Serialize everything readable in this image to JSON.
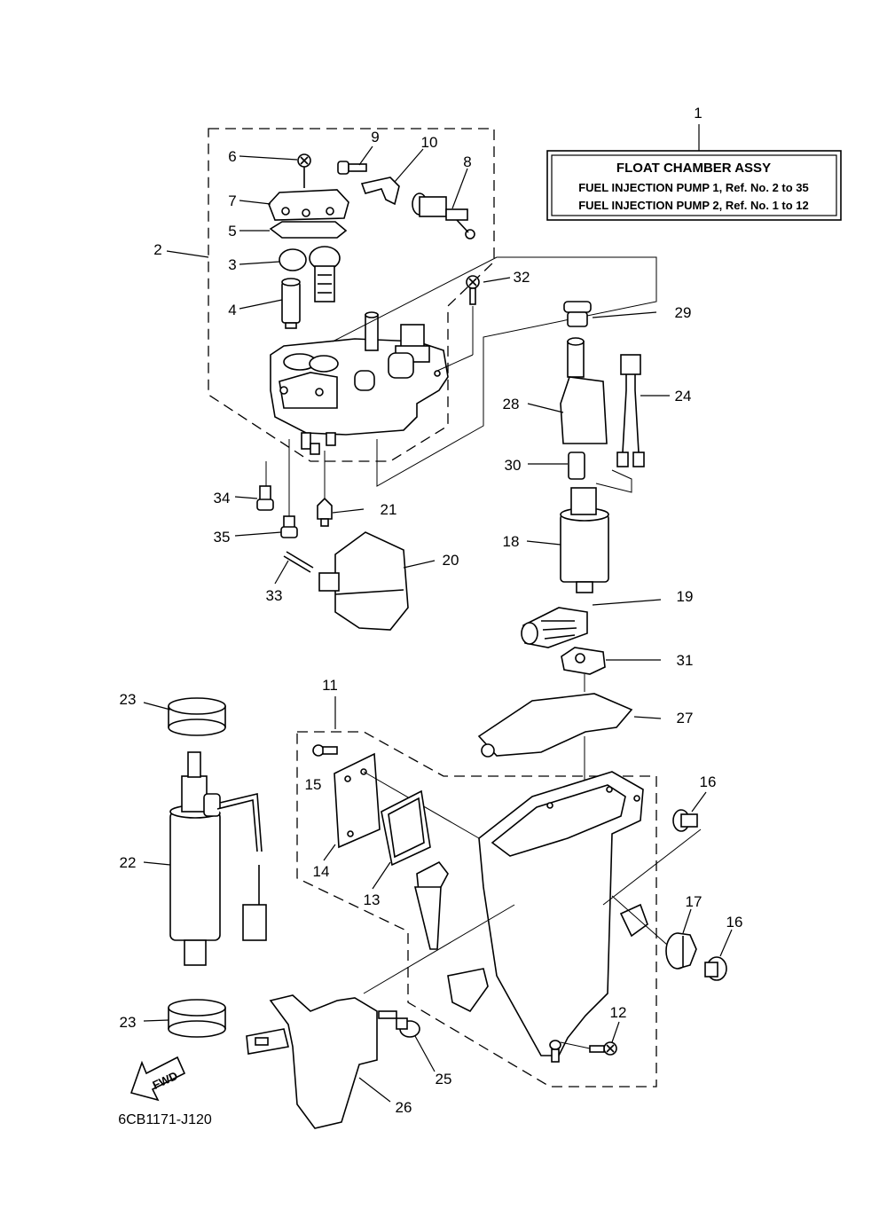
{
  "diagram_code": "6CB1171-J120",
  "fwd_label": "FWD",
  "legend": {
    "ref": "1",
    "title": "FLOAT CHAMBER ASSY",
    "line1": "FUEL INJECTION PUMP 1,  Ref. No. 2 to 35",
    "line2": "FUEL INJECTION PUMP 2,  Ref. No. 1 to 12"
  },
  "callouts": {
    "c2": "2",
    "c3": "3",
    "c4": "4",
    "c5": "5",
    "c6": "6",
    "c7": "7",
    "c8": "8",
    "c9": "9",
    "c10": "10",
    "c11": "11",
    "c12": "12",
    "c13": "13",
    "c14": "14",
    "c15": "15",
    "c16a": "16",
    "c16b": "16",
    "c17": "17",
    "c18": "18",
    "c19": "19",
    "c20": "20",
    "c21": "21",
    "c22": "22",
    "c23a": "23",
    "c23b": "23",
    "c24": "24",
    "c25": "25",
    "c26": "26",
    "c27": "27",
    "c28": "28",
    "c29": "29",
    "c30": "30",
    "c31": "31",
    "c32": "32",
    "c33": "33",
    "c34": "34",
    "c35": "35"
  }
}
